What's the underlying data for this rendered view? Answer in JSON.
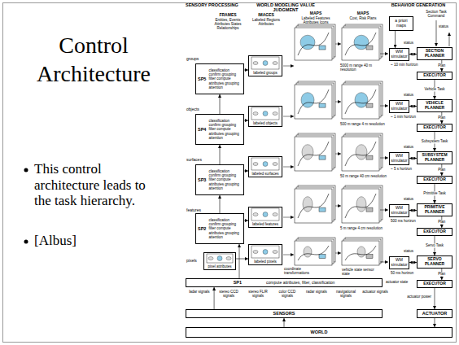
{
  "diagram": {
    "title": "Control Architecture",
    "nodes": [
      {
        "text": [
          "SP5",
          "classification confirm grouping filter compute attributes grouping attention"
        ]
      },
      {
        "text": [
          "SP4",
          "classification confirm grouping filter compute attributes grouping attention"
        ]
      },
      {
        "text": [
          "SP3",
          "classification confirm grouping filter compute attributes grouping attention"
        ]
      },
      {
        "text": [
          "SP2",
          "classification confirm grouping filter compute attributes grouping attention"
        ]
      },
      {
        "text": [
          "SP1",
          "compute attributes, filter, classification"
        ]
      },
      {
        "text": [
          "labeled groups"
        ]
      },
      {
        "text": [
          "labeled objects"
        ]
      },
      {
        "text": [
          "labeled surfaces"
        ]
      },
      {
        "text": [
          "labeled features"
        ]
      },
      {
        "text": [
          "labeled pixels"
        ]
      },
      {
        "text": [
          "pixel attributes"
        ]
      },
      {
        "text": [
          "a priori maps"
        ]
      },
      {
        "text": [
          "WM simulator"
        ]
      },
      {
        "text": [
          "SECTION PLANNER"
        ]
      },
      {
        "text": [
          "EXECUTOR"
        ]
      },
      {
        "text": [
          "WM simulator"
        ]
      },
      {
        "text": [
          "VEHICLE PLANNER"
        ]
      },
      {
        "text": [
          "EXECUTOR"
        ]
      },
      {
        "text": [
          "WM simulator"
        ]
      },
      {
        "text": [
          "SUBSYSTEM PLANNER"
        ]
      },
      {
        "text": [
          "EXECUTOR"
        ]
      },
      {
        "text": [
          "WM simulator"
        ]
      },
      {
        "text": [
          "PRIMITIVE PLANNER"
        ]
      },
      {
        "text": [
          "EXECUTOR"
        ]
      },
      {
        "text": [
          "WM simulator"
        ]
      },
      {
        "text": [
          "SERVO PLANNER"
        ]
      },
      {
        "text": [
          "EXECUTOR"
        ]
      },
      {
        "text": [
          "SENSORS"
        ]
      },
      {
        "text": [
          "ACTUATOR"
        ]
      },
      {
        "text": [
          "WORLD"
        ]
      }
    ],
    "edges": [
      {
        "from": 3,
        "to": 2,
        "arrow": "to"
      },
      {
        "from": 2,
        "to": 1,
        "arrow": "to"
      },
      {
        "from": 1,
        "to": 0,
        "arrow": "to"
      },
      {
        "from": 4,
        "to": 3,
        "arrow": "to"
      },
      {
        "from": 0,
        "to": 5,
        "arrow": "to"
      },
      {
        "from": 1,
        "to": 6,
        "arrow": "to"
      },
      {
        "from": 2,
        "to": 7,
        "arrow": "to"
      },
      {
        "from": 3,
        "to": 8,
        "arrow": "to"
      },
      {
        "from": 10,
        "to": 9,
        "arrow": "to"
      },
      {
        "from": 27,
        "to": 4,
        "arrow": "to"
      },
      {
        "from": 11,
        "to": 12,
        "arrow": "to"
      },
      {
        "from": 12,
        "to": 13,
        "arrow": "both"
      },
      {
        "from": 13,
        "to": 14,
        "label": "Plan",
        "arrow": "to"
      },
      {
        "from": 14,
        "to": 16,
        "label": "Vehicle Task",
        "arrow": "to"
      },
      {
        "from": 15,
        "to": 16,
        "arrow": "both"
      },
      {
        "from": 16,
        "to": 17,
        "label": "Plan",
        "arrow": "to"
      },
      {
        "from": 17,
        "to": 19,
        "label": "Subsystem Task",
        "arrow": "to"
      },
      {
        "from": 18,
        "to": 19,
        "arrow": "both"
      },
      {
        "from": 19,
        "to": 20,
        "label": "Plan",
        "arrow": "to"
      },
      {
        "from": 20,
        "to": 22,
        "label": "Primitive Task",
        "arrow": "to"
      },
      {
        "from": 21,
        "to": 22,
        "arrow": "both"
      },
      {
        "from": 22,
        "to": 23,
        "label": "Plan",
        "arrow": "to"
      },
      {
        "from": 23,
        "to": 25,
        "label": "Servo Task",
        "arrow": "to"
      },
      {
        "from": 24,
        "to": 25,
        "arrow": "both"
      },
      {
        "from": 25,
        "to": 26,
        "label": "Plan",
        "arrow": "to"
      },
      {
        "from": 26,
        "to": 28,
        "arrow": "to"
      },
      {
        "from": 28,
        "to": 29,
        "arrow": "to"
      },
      {
        "from": 29,
        "to": 27,
        "arrow": "to"
      }
    ],
    "labels": [
      "This control architecture leads to the task hierarchy.",
      "[Albus]",
      "SENSORY PROCESSING",
      "WORLD MODELING VALUE JUDGMENT",
      "BEHAVIOR GENERATION",
      "FRAMES",
      "Entities, Events Attributes States Relationships",
      "IMAGES",
      "Labeled Regions Attributes",
      "MAPS",
      "Labeled Features Attributes Icons",
      "MAPS",
      "Cost, Risk Plans",
      "Section Task Command",
      "status",
      "groups",
      "objects",
      "surfaces",
      "features",
      "pixels",
      "coordinate transformations",
      "5000 m range 40 m resolution",
      "500 m range 4 m resolution",
      "50 m range 40 cm resolution",
      "5 m range 4 cm resolution",
      "vehicle state sensor state",
      "actuator state",
      "actuator power",
      "~ 10 min horizon",
      "~ 1 min horizon",
      "~ 5 s horizon",
      "500 ms horizon",
      "50 ms horizon",
      "status",
      "status",
      "status",
      "status",
      "status",
      "ladar signals",
      "stereo CCD signals",
      "stereo FLIR signals",
      "color CCD signals",
      "radar signals",
      "navigational signals",
      "actuator signals"
    ]
  }
}
